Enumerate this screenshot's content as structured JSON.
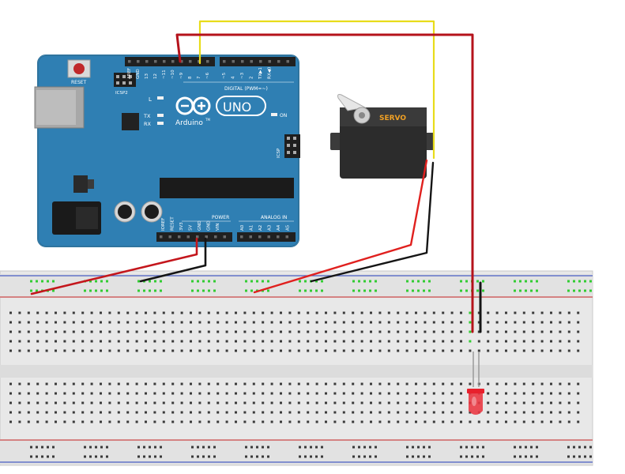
{
  "colors": {
    "board": "#2f7fb3",
    "board_dark": "#1f5f8a",
    "header": "#222222",
    "wire_red": "#d81e1e",
    "wire_dark_red": "#a30f14",
    "wire_black": "#141414",
    "wire_yellow": "#f0e414",
    "servo_body": "#2b2b2b",
    "servo_label": "#f0a024",
    "breadboard": "#e9e9e9",
    "rail_red": "#d04040",
    "rail_blue": "#4050c0",
    "hole_green": "#33cc33",
    "led": "#e8202c"
  },
  "arduino": {
    "reset_label": "RESET",
    "icsp2_label": "ICSP2",
    "logo_text": "UNO",
    "brand_text": "Arduino",
    "tm": "TM",
    "led_l": "L",
    "led_tx": "TX",
    "led_rx": "RX",
    "led_on": "ON",
    "icsp_label": "ICSP",
    "digital_label": "DIGITAL (PWM=~)",
    "power_label": "POWER",
    "analog_label": "ANALOG IN",
    "top_pins": [
      "AREF",
      "GND",
      "13",
      "12",
      "~11",
      "~10",
      "~9",
      "8",
      "7",
      "~6",
      "~5",
      "4",
      "~3",
      "2",
      "TX▶1",
      "RX◀0"
    ],
    "power_pins": [
      "IOREF",
      "RESET",
      "3V3",
      "5V",
      "GND",
      "GND",
      "VIN"
    ],
    "analog_pins": [
      "A0",
      "A1",
      "A2",
      "A3",
      "A4",
      "A5"
    ]
  },
  "servo": {
    "label": "SERVO"
  },
  "icons": [
    "arduino-uno-board",
    "servo-motor",
    "breadboard",
    "red-led",
    "usb-connector",
    "dc-jack"
  ]
}
